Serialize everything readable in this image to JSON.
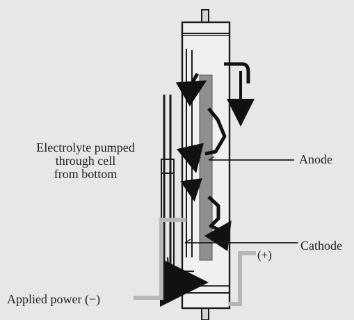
{
  "labels": {
    "electrolyte": [
      "Electrolyte pumped",
      "through cell",
      "from bottom"
    ],
    "anode": "Anode",
    "cathode": "Cathode",
    "positive_terminal": "(+)",
    "applied_power": "Applied power (−)"
  },
  "colors": {
    "background": "#e6e6e4",
    "outline": "#1b1b1b",
    "anode_plate": "#8e8e8d",
    "power_lead": "#b6b6b4",
    "flow_arrow": "#111111"
  }
}
